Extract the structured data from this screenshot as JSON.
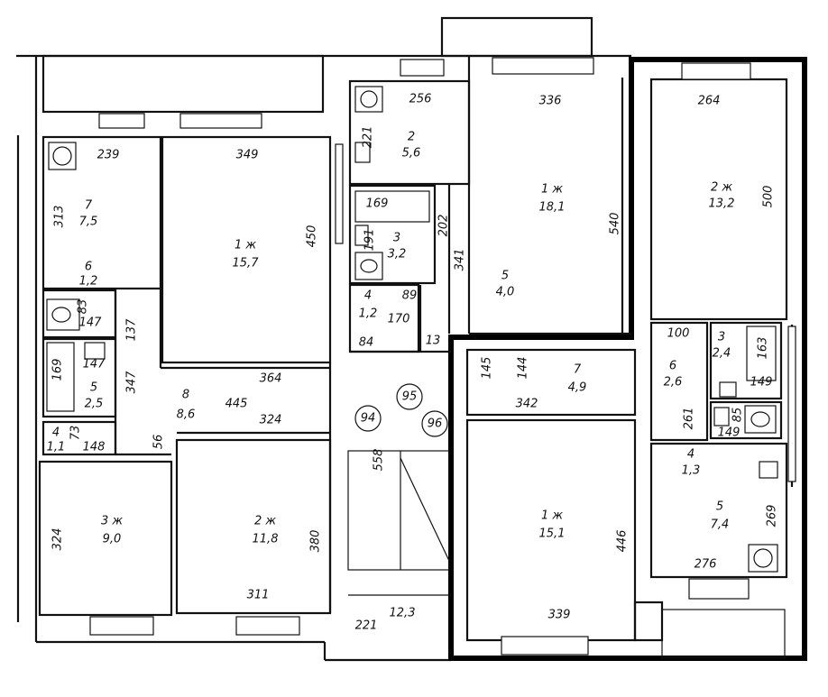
{
  "colors": {
    "line": "#111111",
    "background": "#ffffff",
    "highlight_border": "#000000"
  },
  "rooms": [
    {
      "id": "r-7-7_5",
      "num": "7",
      "area": "7,5"
    },
    {
      "id": "r-1-15_7",
      "num": "1 ж",
      "area": "15,7"
    },
    {
      "id": "r-2-5_6",
      "num": "2",
      "area": "5,6"
    },
    {
      "id": "r-3-3_2",
      "num": "3",
      "area": "3,2"
    },
    {
      "id": "r-4-1_2",
      "num": "4",
      "area": "1,2"
    },
    {
      "id": "r-1-18_1",
      "num": "1 ж",
      "area": "18,1"
    },
    {
      "id": "r-5-4_0",
      "num": "5",
      "area": "4,0"
    },
    {
      "id": "r-2-13_2",
      "num": "2 ж",
      "area": "13,2"
    },
    {
      "id": "r-6-1_2",
      "num": "6",
      "area": "1,2"
    },
    {
      "id": "r-5-2_5",
      "num": "5",
      "area": "2,5"
    },
    {
      "id": "r-4-1_1",
      "num": "4",
      "area": "1,1"
    },
    {
      "id": "r-8-8_6",
      "num": "8",
      "area": "8,6"
    },
    {
      "id": "r-7-4_9",
      "num": "7",
      "area": "4,9"
    },
    {
      "id": "r-3-2_4",
      "num": "3",
      "area": "2,4"
    },
    {
      "id": "r-6-2_6",
      "num": "6",
      "area": "2,6"
    },
    {
      "id": "r-4-1_3",
      "num": "4",
      "area": "1,3"
    },
    {
      "id": "r-3-9_0",
      "num": "3 ж",
      "area": "9,0"
    },
    {
      "id": "r-2-11_8",
      "num": "2 ж",
      "area": "11,8"
    },
    {
      "id": "r-1-15_1",
      "num": "1 ж",
      "area": "15,1"
    },
    {
      "id": "r-5-7_4",
      "num": "5",
      "area": "7,4"
    },
    {
      "id": "r-stair",
      "num": "",
      "area": "12,3"
    }
  ],
  "dimensions": [
    "239",
    "349",
    "256",
    "336",
    "264",
    "313",
    "450",
    "221",
    "202",
    "341",
    "540",
    "500",
    "169",
    "191",
    "83",
    "147",
    "137",
    "169",
    "147",
    "347",
    "73",
    "148",
    "56",
    "364",
    "89",
    "170",
    "84",
    "13",
    "145",
    "144",
    "342",
    "100",
    "261",
    "85",
    "149",
    "163",
    "149",
    "445",
    "324",
    "324",
    "380",
    "311",
    "446",
    "269",
    "276",
    "339",
    "221",
    "558"
  ],
  "stair_marks": [
    "94",
    "95",
    "96"
  ]
}
